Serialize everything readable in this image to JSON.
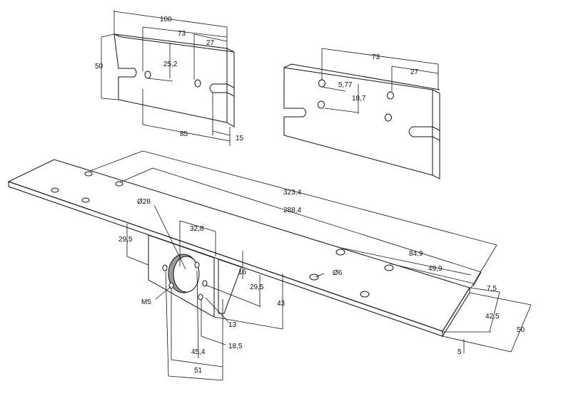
{
  "colors": {
    "top_face": "#bfbfbf",
    "front_face": "#ffffff",
    "side_face": "#9a9a9a",
    "hole": "#ffffff",
    "line": "#111111"
  },
  "plate_a": {
    "dims": [
      "100",
      "73",
      "27",
      "25,2",
      "50",
      "85",
      "15"
    ]
  },
  "plate_b": {
    "dims": [
      "73",
      "27",
      "5,77",
      "18,7"
    ]
  },
  "base": {
    "dims": [
      "323,4",
      "288,4",
      "Ø28",
      "32,8",
      "29,5",
      "84,9",
      "49,9",
      "Ø6",
      "7,5",
      "42,5",
      "50",
      "5",
      "16",
      "29,5",
      "43",
      "M5",
      "13",
      "18,5",
      "45,4",
      "51"
    ]
  }
}
